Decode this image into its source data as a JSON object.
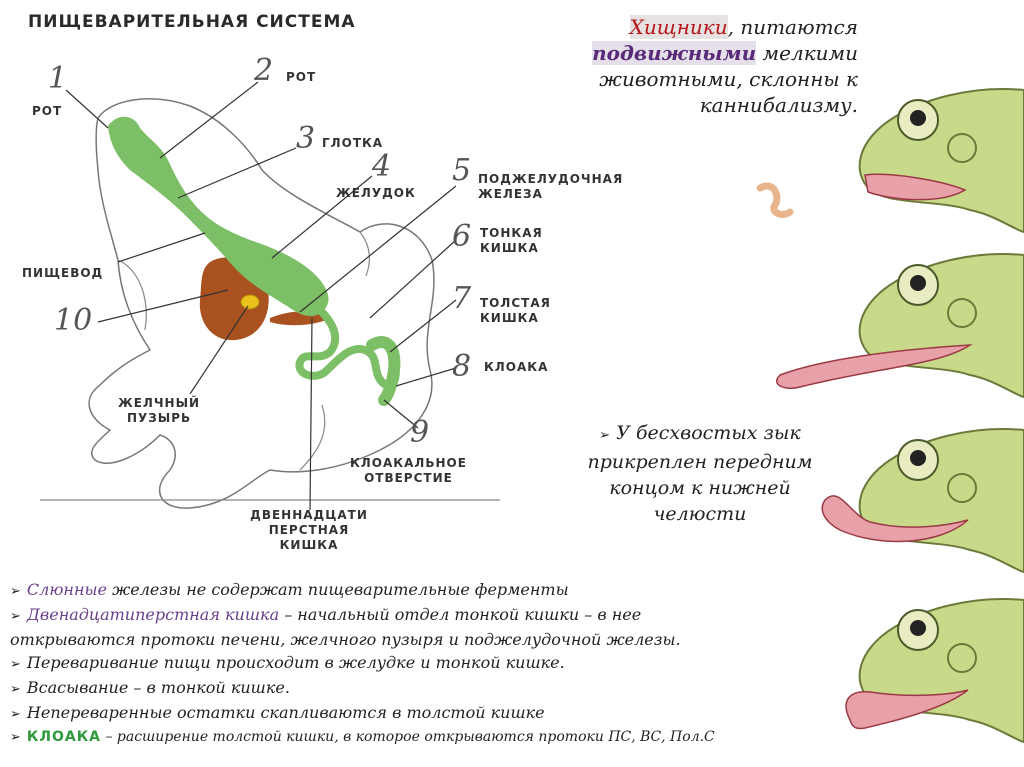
{
  "title": "ПИЩЕВАРИТЕЛЬНАЯ СИСТЕМА",
  "intro": {
    "word1": "Хищники",
    "part1": ", питаются",
    "word2": "подвижными",
    "part2": " мелкими животными, склонны к каннибализму."
  },
  "labels": {
    "mouth_left": "РОТ",
    "mouth_right": "РОТ",
    "pharynx": "ГЛОТКА",
    "stomach": "ЖЕЛУДОК",
    "pancreas_1": "ПОДЖЕЛУДОЧНАЯ",
    "pancreas_2": "ЖЕЛЕЗА",
    "small_int_1": "ТОНКАЯ",
    "small_int_2": "КИШКА",
    "large_int_1": "ТОЛСТАЯ",
    "large_int_2": "КИШКА",
    "cloaca": "КЛОАКА",
    "cloacal_1": "КЛОАКАЛЬНОЕ",
    "cloacal_2": "ОТВЕРСТИЕ",
    "duodenum_1": "ДВЕННАДЦАТИ",
    "duodenum_2": "ПЕРСТНАЯ",
    "duodenum_3": "КИШКА",
    "esophagus": "ПИЩЕВОД",
    "gallbladder_1": "ЖЕЛЧНЫЙ",
    "gallbladder_2": "ПУЗЫРЬ"
  },
  "numbers": [
    "1",
    "2",
    "3",
    "4",
    "5",
    "6",
    "7",
    "8",
    "9",
    "10"
  ],
  "note": "У бесхвостых зык прикреплен передним концом к нижней челюсти",
  "facts": {
    "f1_colored": "Слюнные",
    "f1_rest": " железы не содержат пищеварительные ферменты",
    "f2_colored": "Двенадцатиперстная кишка",
    "f2_rest": " – начальный отдел тонкой кишки – в нее",
    "f2_line2": "открываются протоки печени, желчного пузыря и поджелудочной железы.",
    "f3": "Переваривание пищи происходит в желудке и тонкой кишке.",
    "f4": "Всасывание – в тонкой кишке.",
    "f5": "Непереваренные остатки скапливаются в толстой  кишке",
    "f6_colored": "КЛОАКА",
    "f6_rest": " – расширение толстой кишки, в которое открываются протоки ПС, ВС, Пол.С"
  },
  "colors": {
    "organ_green": "#7cbf66",
    "liver_brown": "#a9521f",
    "frog_skin": "#c9d98a",
    "tongue_pink": "#e8a1a8",
    "accent_red": "#b5151b",
    "accent_purple": "#6a3f8a",
    "accent_green": "#2e9a3b"
  }
}
